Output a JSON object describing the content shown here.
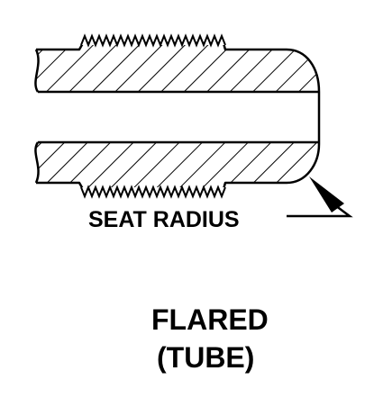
{
  "diagram": {
    "callout_label": "SEAT RADIUS",
    "title_line1": "FLARED",
    "title_line2": "(TUBE)",
    "colors": {
      "ink": "#000000",
      "paper": "#ffffff"
    }
  }
}
